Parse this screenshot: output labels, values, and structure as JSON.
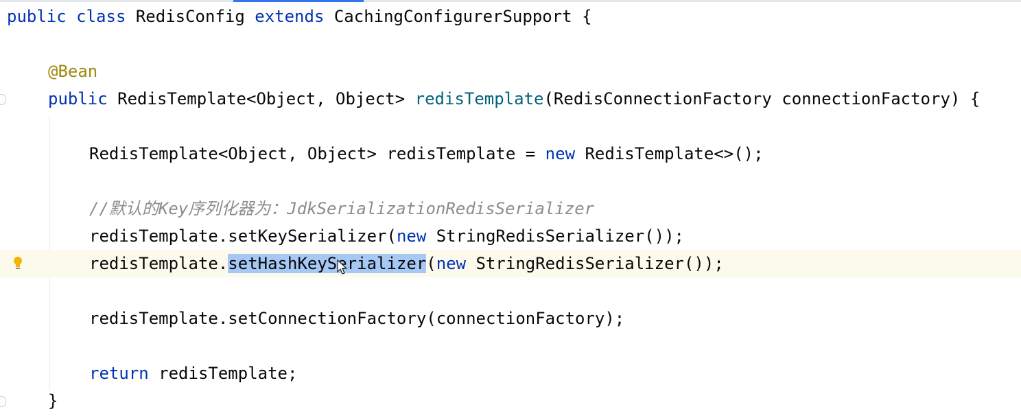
{
  "editor": {
    "lines": [
      {
        "id": "class-decl",
        "tokens": [
          {
            "text": "public ",
            "type": "kw"
          },
          {
            "text": "class ",
            "type": "kw"
          },
          {
            "text": "RedisConfig ",
            "type": "plain"
          },
          {
            "text": "extends ",
            "type": "kw"
          },
          {
            "text": "CachingConfigurerSupport {",
            "type": "plain"
          }
        ]
      },
      {
        "id": "annotation",
        "tokens": [
          {
            "text": "@Bean",
            "type": "ann"
          }
        ]
      },
      {
        "id": "method-decl",
        "tokens": [
          {
            "text": "public ",
            "type": "kw"
          },
          {
            "text": "RedisTemplate<Object, Object> ",
            "type": "plain"
          },
          {
            "text": "redisTemplate",
            "type": "fn"
          },
          {
            "text": "(RedisConnectionFactory connectionFactory) {",
            "type": "plain"
          }
        ]
      },
      {
        "id": "template-new",
        "tokens": [
          {
            "text": "RedisTemplate<Object, Object> redisTemplate = ",
            "type": "plain"
          },
          {
            "text": "new ",
            "type": "kw"
          },
          {
            "text": "RedisTemplate<>();",
            "type": "plain"
          }
        ]
      },
      {
        "id": "comment",
        "tokens": [
          {
            "text": "//默认的Key序列化器为：JdkSerializationRedisSerializer",
            "type": "cmt"
          }
        ]
      },
      {
        "id": "set-key-serializer",
        "tokens": [
          {
            "text": "redisTemplate.setKeySerializer(",
            "type": "plain"
          },
          {
            "text": "new ",
            "type": "kw"
          },
          {
            "text": "StringRedisSerializer());",
            "type": "plain"
          }
        ]
      },
      {
        "id": "set-hash-key-serializer",
        "tokens": [
          {
            "text": "redisTemplate.",
            "type": "plain"
          },
          {
            "text": "setHashKeySerializer",
            "type": "sel"
          },
          {
            "text": "(",
            "type": "plain"
          },
          {
            "text": "new ",
            "type": "kw"
          },
          {
            "text": "StringRedisSerializer());",
            "type": "plain"
          }
        ]
      },
      {
        "id": "set-connection-factory",
        "tokens": [
          {
            "text": "redisTemplate.setConnectionFactory(connectionFactory);",
            "type": "plain"
          }
        ]
      },
      {
        "id": "return",
        "tokens": [
          {
            "text": "return ",
            "type": "kw"
          },
          {
            "text": "redisTemplate;",
            "type": "plain"
          }
        ]
      },
      {
        "id": "close-brace",
        "tokens": [
          {
            "text": "}",
            "type": "plain"
          }
        ]
      }
    ],
    "icons": {
      "intention": "lightbulb-icon",
      "pointer": "mouse-pointer-icon"
    },
    "colors": {
      "keyword": "#0033b3",
      "annotation": "#9e880d",
      "method": "#00627a",
      "comment": "#8c8c8c",
      "selection": "#a6c8f5",
      "current_line": "#fcfaed"
    }
  }
}
